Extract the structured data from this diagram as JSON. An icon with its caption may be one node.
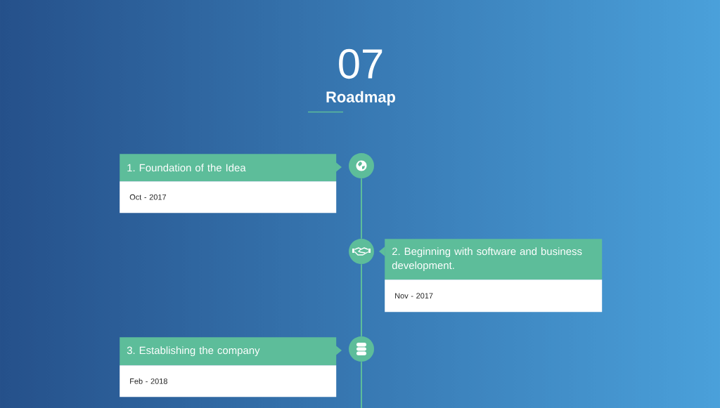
{
  "diagram": {
    "title": "Roadmap",
    "nodes": [
      {
        "text": [
          "1. Foundation of the Idea",
          "Oct - 2017"
        ]
      },
      {
        "text": [],
        "shape": "circle"
      },
      {
        "text": [],
        "shape": "circle"
      },
      {
        "text": [
          "2. Beginning with software and business development.",
          "Nov - 2017"
        ]
      },
      {
        "text": [
          "3. Establishing the company",
          "Feb - 2018"
        ]
      },
      {
        "text": [],
        "shape": "circle"
      }
    ],
    "edges": [
      {
        "from": 1,
        "to": 2,
        "arrow": "none"
      },
      {
        "from": 2,
        "to": 5,
        "arrow": "none"
      },
      {
        "from": 5,
        "to": null,
        "arrow": "none"
      }
    ],
    "labels": [
      "07"
    ]
  }
}
